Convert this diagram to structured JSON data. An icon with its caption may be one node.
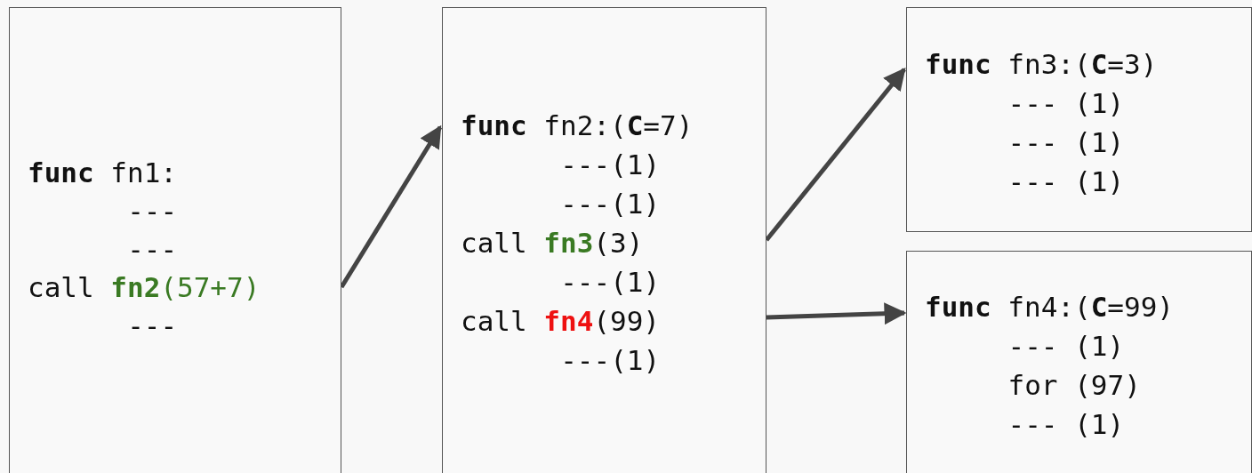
{
  "diagram": {
    "nodes": [
      {
        "text": [
          "**func** fn1:",
          "---",
          "---",
          "call **fn2**(57+7)",
          "---"
        ]
      },
      {
        "text": [
          "**func** fn2:(**C**=7)",
          "---(1)",
          "---(1)",
          "call **fn3**(3)",
          "---(1)",
          "call **fn4**(99)",
          "---(1)"
        ]
      },
      {
        "text": [
          "**func** fn3:(**C**=3)",
          "--- (1)",
          "--- (1)",
          "--- (1)"
        ]
      },
      {
        "text": [
          "**func** fn4:(**C**=99)",
          "--- (1)",
          "for (97)",
          "--- (1)"
        ]
      }
    ],
    "edges": [
      {
        "from": 0,
        "to": 1,
        "arrow": "to"
      },
      {
        "from": 1,
        "to": 2,
        "arrow": "to"
      },
      {
        "from": 1,
        "to": 3,
        "arrow": "to"
      }
    ]
  }
}
